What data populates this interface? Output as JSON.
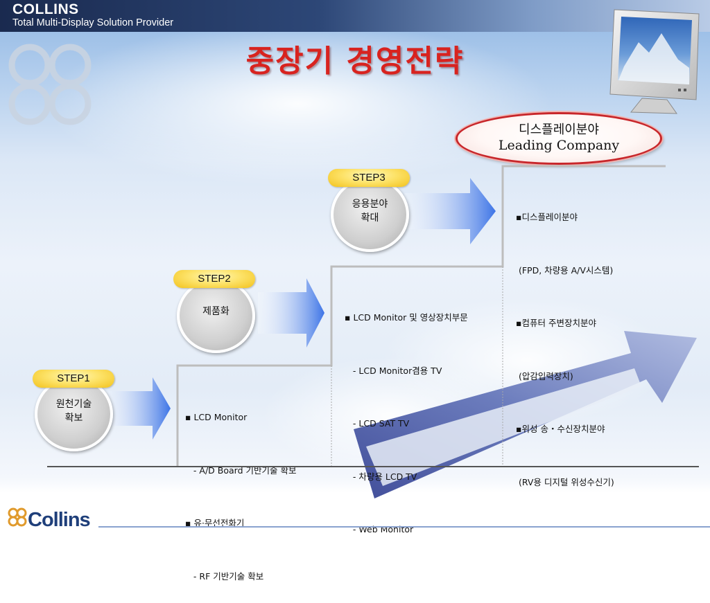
{
  "header": {
    "brand": "COLLINS",
    "tagline": "Total Multi-Display Solution Provider"
  },
  "title": "중장기 경영전략",
  "goal": {
    "line1": "디스플레이분야",
    "line2": "Leading Company"
  },
  "steps": [
    {
      "badge": "STEP1",
      "label_lines": [
        "원천기술",
        "확보"
      ],
      "details": [
        "▪ LCD Monitor",
        "   - A/D Board 기반기술 확보",
        "▪ 유·무선전화기",
        "   - RF 기반기술 확보"
      ]
    },
    {
      "badge": "STEP2",
      "label_lines": [
        "제품화"
      ],
      "details": [
        "▪ LCD Monitor 및 영상장치부문",
        "   - LCD Monitor겸용 TV",
        "   - LCD SAT TV",
        "   - 차량용 LCD TV",
        "   - Web Monitor"
      ]
    },
    {
      "badge": "STEP3",
      "label_lines": [
        "응용분야",
        "확대"
      ],
      "details": [
        "▪디스플레이분야",
        " (FPD, 차량용 A/V시스템)",
        "▪컴퓨터 주변장치분야",
        " (압감입력장치)",
        "▪위성 송・수신장치분야",
        " (RV용 디지털 위성수신기)"
      ]
    }
  ],
  "footer": {
    "logo": "Collins"
  },
  "colors": {
    "title": "#d8231f",
    "header": "#1a2a4f",
    "badge": "#fde36a",
    "arrow": "#3d74e6",
    "oval_border": "#c8262a"
  }
}
